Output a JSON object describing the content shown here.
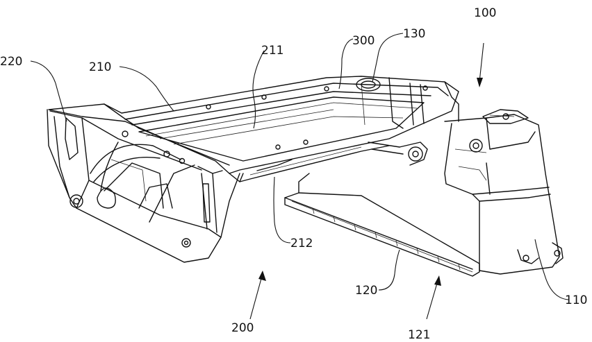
{
  "labels": {
    "l100": "100",
    "l110": "110",
    "l120": "120",
    "l121": "121",
    "l130": "130",
    "l200": "200",
    "l210": "210",
    "l211": "211",
    "l212": "212",
    "l220": "220",
    "l300": "300"
  }
}
